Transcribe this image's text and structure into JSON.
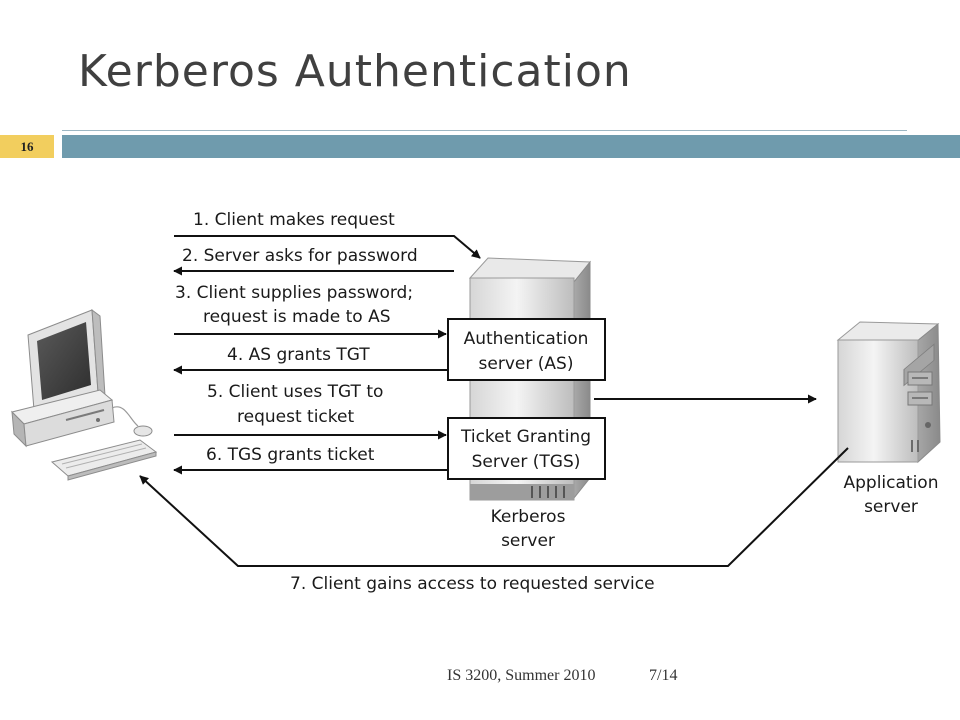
{
  "slide": {
    "title": "Kerberos Authentication",
    "page_number": "16",
    "footer_course": "IS 3200, Summer 2010",
    "footer_date": "7/14"
  },
  "diagram": {
    "steps": {
      "s1": "1. Client makes request",
      "s2": "2. Server asks for password",
      "s3a": "3. Client supplies password;",
      "s3b": "request is made to AS",
      "s4": "4. AS grants TGT",
      "s5a": "5. Client uses TGT to",
      "s5b": "request ticket",
      "s6": "6. TGS grants ticket",
      "s7": "7. Client gains access to requested service"
    },
    "as_box": {
      "line1": "Authentication",
      "line2": "server (AS)"
    },
    "tgs_box": {
      "line1": "Ticket Granting",
      "line2": "Server (TGS)"
    },
    "kerberos_label": {
      "line1": "Kerberos",
      "line2": "server"
    },
    "app_label": {
      "line1": "Application",
      "line2": "server"
    },
    "icons": {
      "client": "desktop-computer-icon",
      "kerberos": "tower-server-icon",
      "application": "tower-server-icon"
    }
  }
}
